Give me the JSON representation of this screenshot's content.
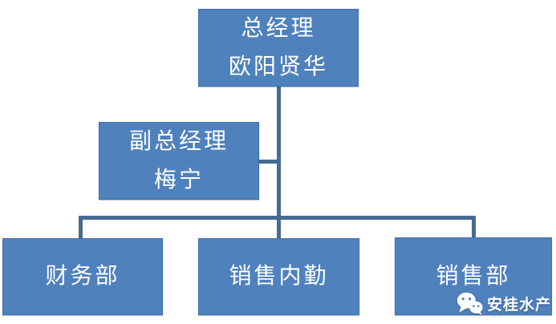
{
  "chart": {
    "type": "org-chart",
    "colors": {
      "background": "#ffffff",
      "node_fill": "#4f81bd",
      "node_border": "#416fa9",
      "connector_line": "#466b93",
      "text": "#ffffff"
    },
    "nodes": {
      "general_manager": {
        "title": "总经理",
        "name": "欧阳贤华"
      },
      "deputy_general_manager": {
        "title": "副总经理",
        "name": "梅宁"
      },
      "finance_dept": {
        "label": "财务部"
      },
      "sales_office": {
        "label": "销售内勤"
      },
      "sales_dept": {
        "label": "销售部"
      }
    },
    "edges": [
      "general_manager -> deputy_general_manager",
      "general_manager -> finance_dept",
      "general_manager -> sales_office",
      "general_manager -> sales_dept"
    ],
    "watermark": {
      "icon": "wechat-icon",
      "text": "安桂水产"
    }
  }
}
